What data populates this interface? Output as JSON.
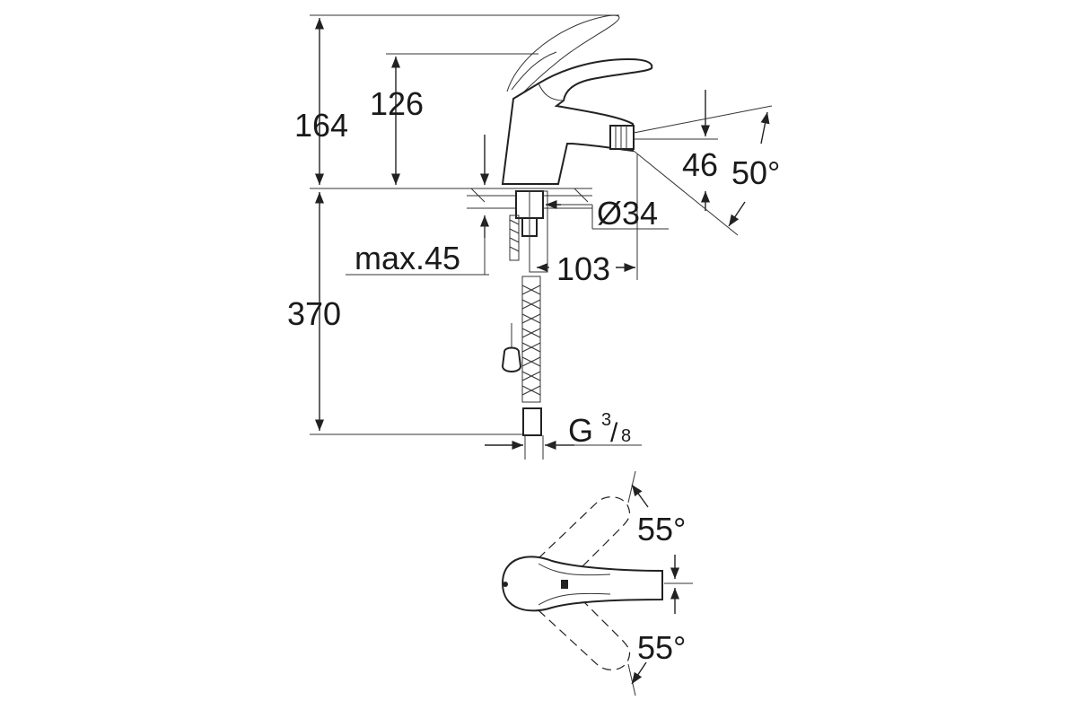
{
  "dimensions": {
    "d164": "164",
    "d126": "126",
    "d46": "46",
    "d50deg": "50°",
    "d34": "Ø34",
    "max45": "max.45",
    "d103": "103",
    "d370": "370",
    "g_main": "G",
    "g_num": "3",
    "g_slash": "/",
    "g_den": "8",
    "rot_top": "55°",
    "rot_bottom": "55°"
  },
  "colors": {
    "line": "#222222",
    "background": "#ffffff"
  }
}
